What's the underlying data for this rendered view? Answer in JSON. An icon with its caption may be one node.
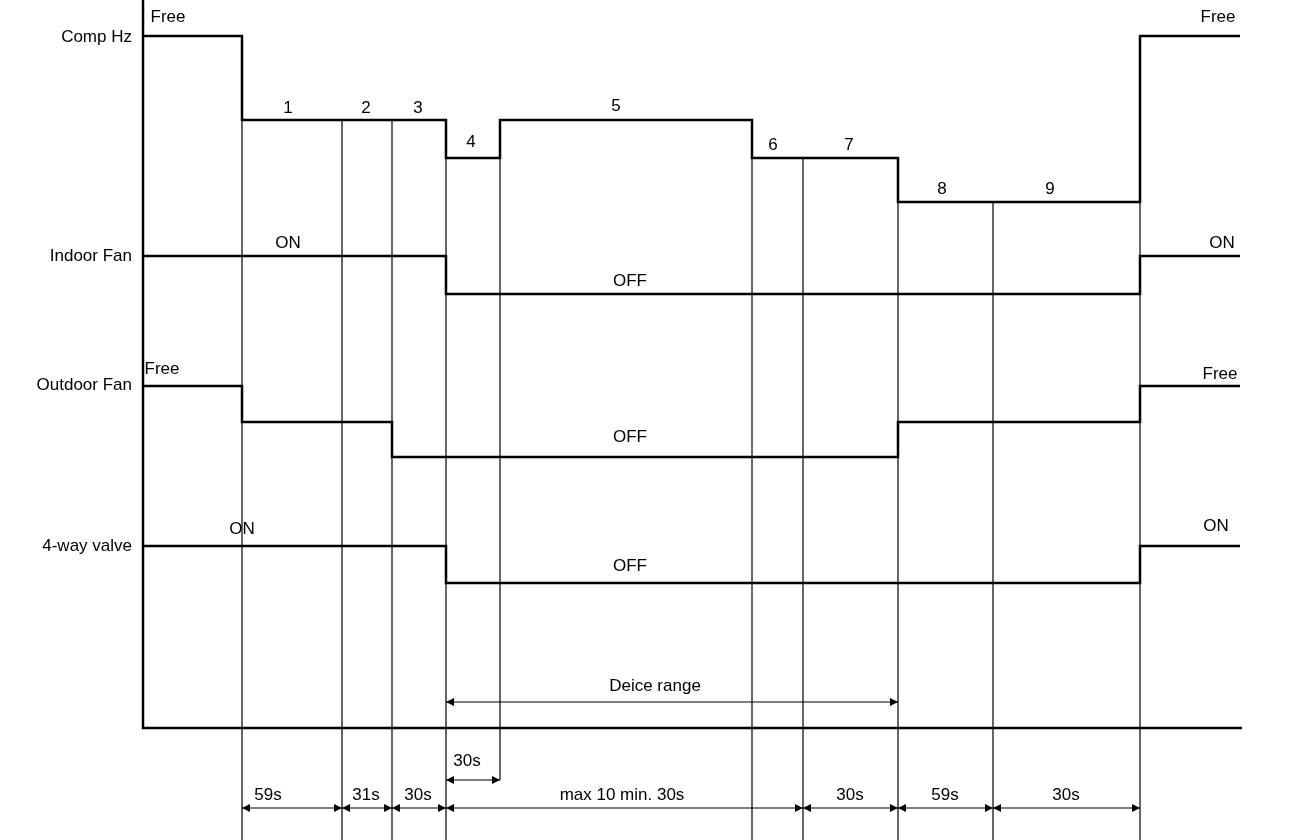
{
  "diagram": {
    "labels": [
      "Free",
      "Free",
      "Comp Hz",
      "1",
      "2",
      "3",
      "5",
      "4",
      "6",
      "7",
      "8",
      "9",
      "ON",
      "ON",
      "Indoor Fan",
      "OFF",
      "Free",
      "Free",
      "Outdoor Fan",
      "OFF",
      "ON",
      "ON",
      "4-way valve",
      "OFF",
      "Deice range",
      "30s",
      "59s",
      "31s",
      "30s",
      "max 10 min. 30s",
      "30s",
      "59s",
      "30s"
    ]
  }
}
